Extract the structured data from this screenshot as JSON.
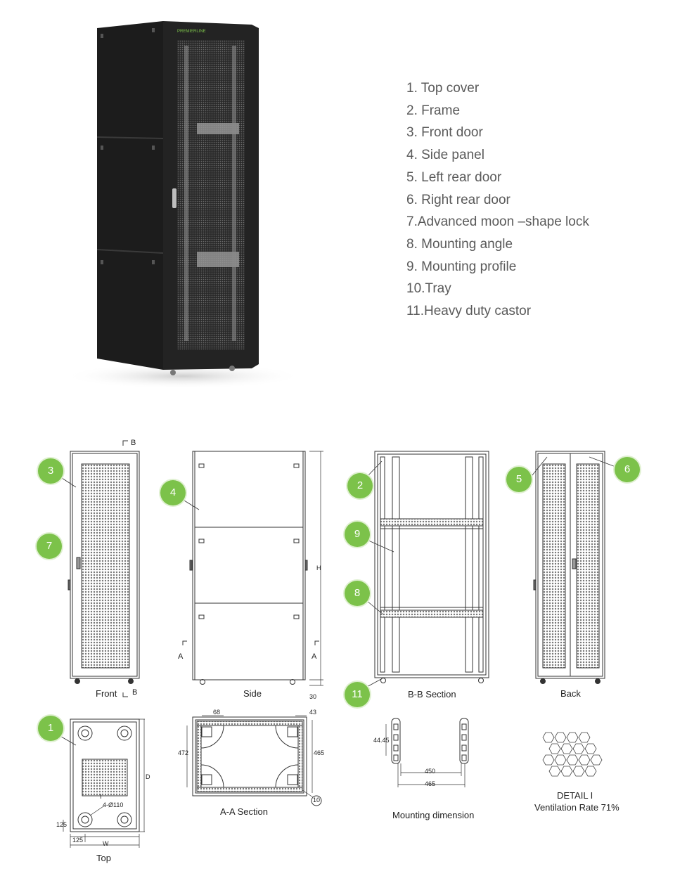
{
  "brand": "PREMIERLINE",
  "parts": [
    "1. Top cover",
    "2. Frame",
    "3. Front door",
    "4. Side panel",
    "5. Left rear door",
    "6. Right rear door",
    "7.Advanced moon –shape lock",
    "8. Mounting angle",
    "9. Mounting profile",
    "10.Tray",
    "11.Heavy duty castor"
  ],
  "callouts": [
    "1",
    "2",
    "3",
    "4",
    "5",
    "6",
    "7",
    "8",
    "9",
    "10",
    "11"
  ],
  "views": {
    "front": "Front",
    "side": "Side",
    "bb_section": "B-B  Section",
    "back": "Back",
    "top": "Top",
    "aa_section": "A-A   Section",
    "mounting": "Mounting dimension",
    "detail": "DETAIL I",
    "ventilation": "Ventilation Rate 71%"
  },
  "markers": {
    "b": "B",
    "a": "A"
  },
  "dimensions": {
    "h": "H",
    "d": "D",
    "w": "W",
    "d30": "30",
    "d68": "68",
    "d43": "43",
    "d472": "472",
    "d465v": "465",
    "d125a": "125",
    "d125b": "125",
    "d4445": "44.45",
    "d450": "450",
    "d465": "465",
    "hole": "4-Ø110",
    "detail_mark": "I"
  },
  "colors": {
    "callout": "#7cc24a",
    "cabinet": "#1f1f1f",
    "brand": "#7cc24a",
    "line": "#333333"
  }
}
